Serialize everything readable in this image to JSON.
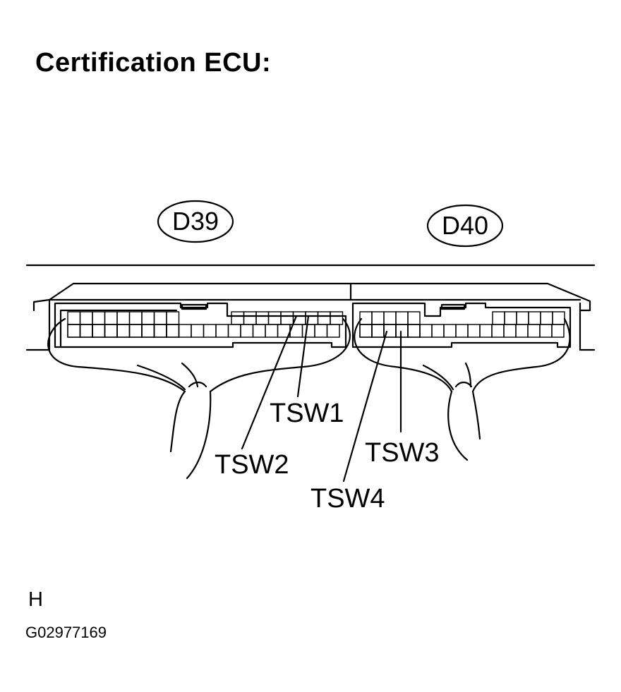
{
  "title": "Certification ECU:",
  "connectors": [
    {
      "id": "D39"
    },
    {
      "id": "D40"
    }
  ],
  "terminals": {
    "tsw1": "TSW1",
    "tsw2": "TSW2",
    "tsw3": "TSW3",
    "tsw4": "TSW4"
  },
  "footer": {
    "ref": "H",
    "code": "G02977169"
  }
}
